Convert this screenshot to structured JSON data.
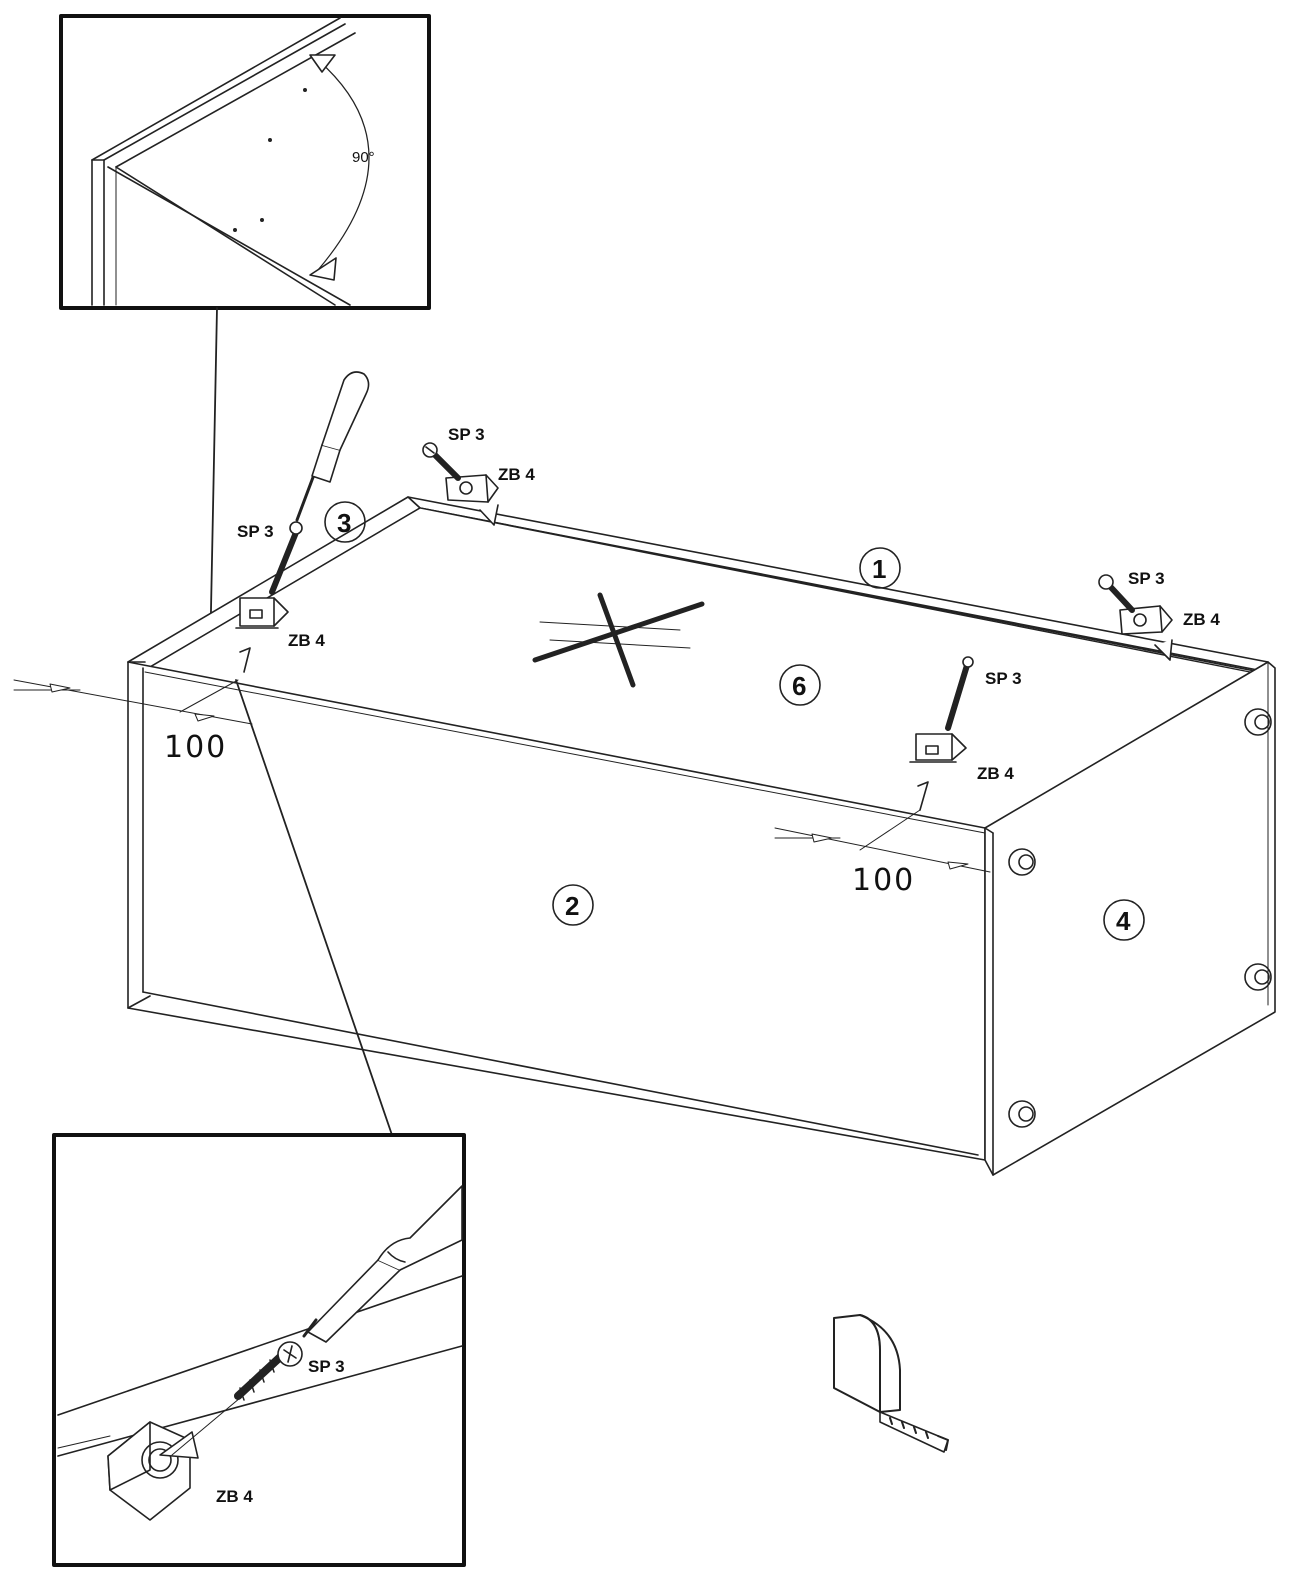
{
  "inset_top": {
    "angle_label": "90°"
  },
  "parts": {
    "p1": "1",
    "p2": "2",
    "p3": "3",
    "p4": "4",
    "p6": "6"
  },
  "fittings": {
    "screw": "SP 3",
    "bracket": "ZB 4"
  },
  "dimensions": {
    "left": "100",
    "right": "100"
  },
  "inset_bottom": {
    "screw": "SP 3",
    "bracket": "ZB 4"
  }
}
